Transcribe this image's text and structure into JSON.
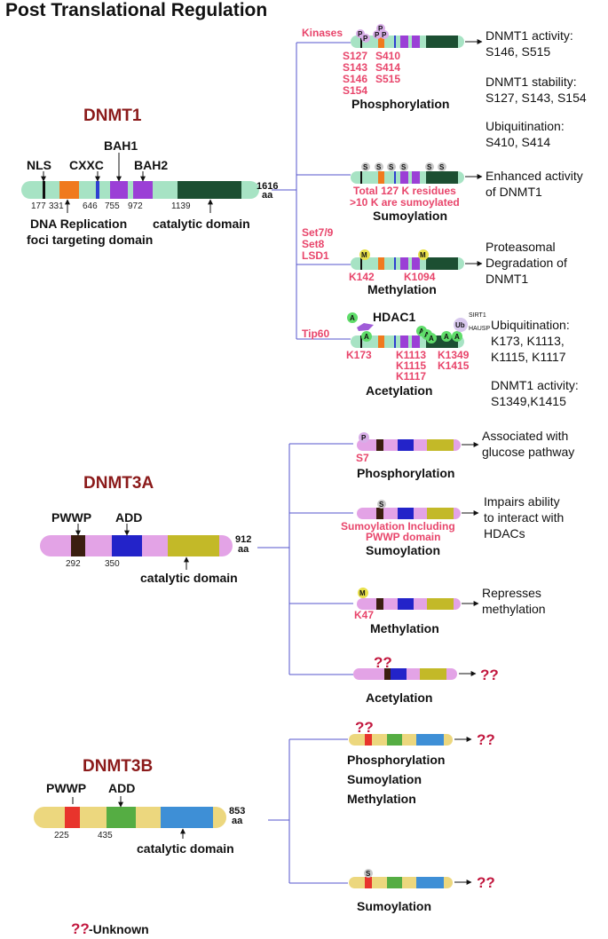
{
  "title": "Post Translational Regulation",
  "unknown_mark": "??",
  "legend": {
    "mark": "??",
    "text": "-Unknown"
  },
  "dnmt1": {
    "name": "DNMT1",
    "length": "1616",
    "aa": "aa",
    "domains": {
      "nls": "NLS",
      "cxxc": "CXXC",
      "bah1": "BAH1",
      "bah2": "BAH2",
      "catalytic": "catalytic domain"
    },
    "positions": [
      "177",
      "331",
      "646",
      "755",
      "972",
      "1139"
    ],
    "dna_rep_1": "DNA Replication",
    "dna_rep_2": "foci targeting domain",
    "enzymes": {
      "kinases": "Kinases",
      "set79": "Set7/9",
      "set8": "Set8",
      "lsd1": "LSD1",
      "tip60": "Tip60",
      "hdac1": "HDAC1",
      "sirt1": "SIRT1",
      "hausp": "HAUSP",
      "ub": "Ub"
    },
    "phosphorylation": {
      "label": "Phosphorylation",
      "sites_a": [
        "S127",
        "S143",
        "S146",
        "S154"
      ],
      "sites_b": [
        "S410",
        "S414",
        "S515"
      ],
      "effects": {
        "activity_title": "DNMT1 activity:",
        "activity_sites": "S146, S515",
        "stability_title": "DNMT1 stability:",
        "stability_sites": "S127, S143, S154",
        "ubiq_title": "Ubiquitination:",
        "ubiq_sites": "S410, S414"
      }
    },
    "sumoylation": {
      "label": "Sumoylation",
      "note_1": "Total 127 K residues",
      "note_2": ">10 K are sumoylated",
      "effect_1": "Enhanced activity",
      "effect_2": "of DNMT1"
    },
    "methylation": {
      "label": "Methylation",
      "sites": [
        "K142",
        "K1094"
      ],
      "effect_1": "Proteasomal",
      "effect_2": "Degradation of",
      "effect_3": "DNMT1"
    },
    "acetylation": {
      "label": "Acetylation",
      "site_a": "K173",
      "sites_b": [
        "K1113",
        "K1115",
        "K1117"
      ],
      "sites_c": [
        "K1349",
        "K1415"
      ],
      "effect_1": "Ubiquitination:",
      "effect_2": "K173, K1113,",
      "effect_3": "K1115, K1117",
      "effect_4": "DNMT1 activity:",
      "effect_5": "S1349,K1415"
    }
  },
  "dnmt3a": {
    "name": "DNMT3A",
    "length": "912",
    "aa": "aa",
    "domains": {
      "pwwp": "PWWP",
      "add": "ADD",
      "catalytic": "catalytic domain"
    },
    "positions": [
      "292",
      "350"
    ],
    "phosphorylation": {
      "label": "Phosphorylation",
      "site": "S7",
      "effect_1": "Associated with",
      "effect_2": "glucose pathway"
    },
    "sumoylation": {
      "label": "Sumoylation",
      "note_1": "Sumoylation Including",
      "note_2": "PWWP domain",
      "effect_1": "Impairs ability",
      "effect_2": "to interact with",
      "effect_3": "HDACs"
    },
    "methylation": {
      "label": "Methylation",
      "site": "K47",
      "effect_1": "Represses",
      "effect_2": "methylation"
    },
    "acetylation": {
      "label": "Acetylation"
    }
  },
  "dnmt3b": {
    "name": "DNMT3B",
    "length": "853",
    "aa": "aa",
    "domains": {
      "pwwp": "PWWP",
      "add": "ADD",
      "catalytic": "catalytic domain"
    },
    "positions": [
      "225",
      "435"
    ],
    "group": {
      "label_1": "Phosphorylation",
      "label_2": "Sumoylation",
      "label_3": "Methylation"
    },
    "sumoylation": {
      "label": "Sumoylation"
    }
  },
  "markers": {
    "p": "P",
    "s": "S",
    "m": "M",
    "a": "A"
  },
  "colors": {
    "dnmt1_body": "#a7e3c4",
    "nls": "#111111",
    "cxxc_orange": "#f07a1e",
    "cxxc_blue": "#2f3fd1",
    "bah": "#9b3fd6",
    "catalytic1": "#1c4f32",
    "dnmt3a_body": "#e3a3e6",
    "pwwp3a": "#3b1e10",
    "add3a": "#2323c9",
    "cat3a": "#c3b928",
    "dnmt3b_body": "#ecd77e",
    "pwwp3b": "#e8342c",
    "add3b": "#55ad43",
    "cat3b": "#3e8fd6",
    "line": "#5555cc",
    "pink": "#e8456b",
    "dark_red": "#8b1a1a"
  }
}
